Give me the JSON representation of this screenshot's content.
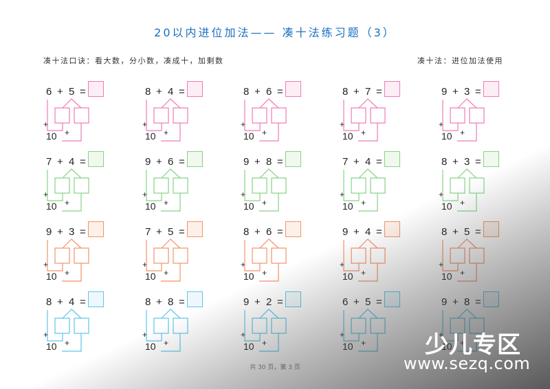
{
  "title": "20以内进位加法—— 凑十法练习题（3）",
  "tips": {
    "left": "凑十法口诀：看大数，分小数，凑成十，加剩数",
    "right": "凑十法：进位加法使用"
  },
  "labels": {
    "plus": "+",
    "equals": "=",
    "ten": "10"
  },
  "rows": [
    {
      "color": "#f07ab8",
      "fill": "#fdeef5",
      "problems": [
        {
          "a": "6",
          "b": "5"
        },
        {
          "a": "8",
          "b": "4"
        },
        {
          "a": "8",
          "b": "6"
        },
        {
          "a": "8",
          "b": "7"
        },
        {
          "a": "9",
          "b": "3"
        }
      ]
    },
    {
      "color": "#86d283",
      "fill": "#f1f9ef",
      "problems": [
        {
          "a": "7",
          "b": "4"
        },
        {
          "a": "9",
          "b": "6"
        },
        {
          "a": "9",
          "b": "8"
        },
        {
          "a": "7",
          "b": "4"
        },
        {
          "a": "8",
          "b": "3"
        }
      ]
    },
    {
      "color": "#f5916a",
      "fill": "#fdf0e8",
      "problems": [
        {
          "a": "9",
          "b": "3"
        },
        {
          "a": "7",
          "b": "5"
        },
        {
          "a": "8",
          "b": "6"
        },
        {
          "a": "9",
          "b": "4"
        },
        {
          "a": "8",
          "b": "5"
        }
      ]
    },
    {
      "color": "#5cc6e8",
      "fill": "#eef8fc",
      "problems": [
        {
          "a": "8",
          "b": "4"
        },
        {
          "a": "8",
          "b": "8"
        },
        {
          "a": "9",
          "b": "2"
        },
        {
          "a": "6",
          "b": "5"
        },
        {
          "a": "9",
          "b": "8"
        }
      ]
    }
  ],
  "footer": "共 30 页，第 3 页",
  "watermark": {
    "brand": "少儿专区",
    "url": "www.sezq.com"
  }
}
